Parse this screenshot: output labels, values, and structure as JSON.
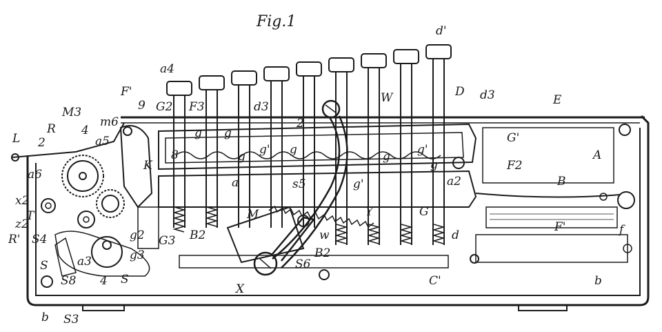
{
  "figure": {
    "title": "Fig.1",
    "labels": {
      "d_prime_top": "d'",
      "W": "W",
      "D": "D",
      "d3_right": "d3",
      "E": "E",
      "a4": "a4",
      "F_prime": "F'",
      "G2": "G2",
      "F3": "F3",
      "d3_mid": "d3",
      "g_top_1": "g",
      "g_top_2": "g",
      "num_2_top": "2",
      "G_prime": "G'",
      "A": "A",
      "F2": "F2",
      "M3": "M3",
      "m6": "m6",
      "num_9": "9",
      "num_4": "4",
      "a5": "a5",
      "R": "R",
      "L": "L",
      "num_2_left": "2",
      "a6": "a6",
      "K": "K",
      "num_8": "8",
      "g_prime_1": "g'",
      "g_1": "g",
      "g_2": "g",
      "g_3": "g",
      "g_prime_2": "g'",
      "g_4": "g",
      "a_mid": "a",
      "s5": "s5",
      "B": "B",
      "a2": "a2",
      "g_prime_3": "g'",
      "Y": "Y",
      "G": "G",
      "x2": "x2",
      "z2": "z2",
      "T": "T",
      "R_prime": "R'",
      "S4": "S4",
      "a3": "a3",
      "g2": "g2",
      "g3": "g3",
      "G3": "G3",
      "B2_left": "B2",
      "M": "M",
      "w": "w",
      "d": "d",
      "F_prime_lower": "F'",
      "f": "f",
      "S_left": "S",
      "S8": "S8",
      "num_4_low": "4",
      "S_right": "S",
      "S6": "S6",
      "B2_low": "B2",
      "C_prime": "C'",
      "X": "X",
      "b_left": "b",
      "S3": "S3",
      "b_right": "b"
    }
  }
}
